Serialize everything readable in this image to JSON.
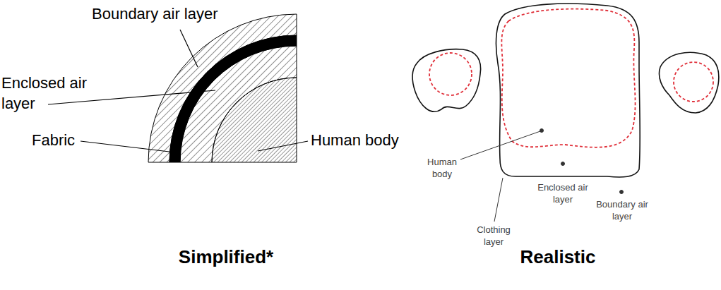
{
  "diagram": {
    "labels": [
      "Boundary air layer",
      "Enclosed air layer",
      "Fabric",
      "Human body",
      "Simplified*",
      "Human body",
      "Enclosed air layer",
      "Clothing layer",
      "Boundary air layer",
      "Realistic"
    ]
  }
}
